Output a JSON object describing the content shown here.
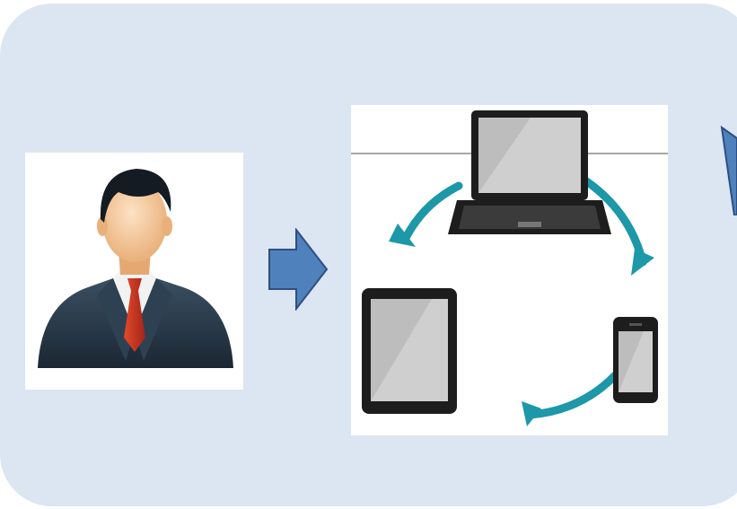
{
  "diagram": {
    "colors": {
      "panel": "#dce6f2",
      "arrow_fill": "#4f81bd",
      "arrow_stroke": "#2f4f80",
      "cycle": "#1c98a8",
      "suit": "#243646",
      "tie": "#c0392b"
    },
    "nodes": [
      {
        "id": "user",
        "icon": "businessman-icon"
      },
      {
        "id": "devices",
        "icon": "device-sync-cycle-icon",
        "devices": [
          "laptop-icon",
          "tablet-icon",
          "smartphone-icon"
        ]
      }
    ],
    "edges": [
      {
        "from": "user",
        "to": "devices",
        "icon": "right-arrow-icon"
      }
    ]
  }
}
